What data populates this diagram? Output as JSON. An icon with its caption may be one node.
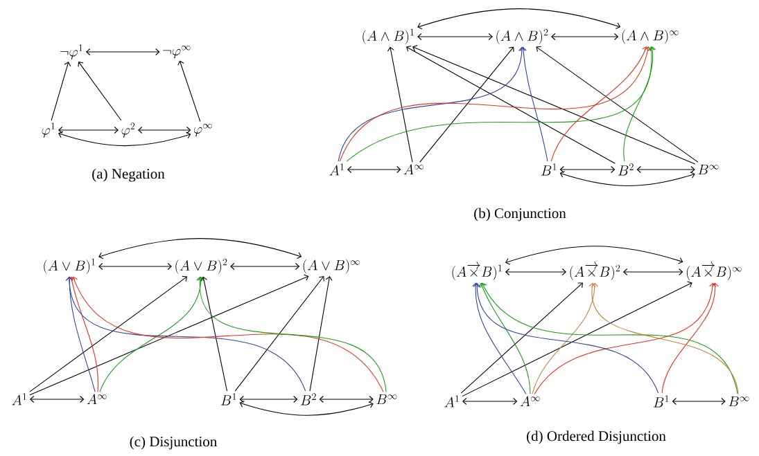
{
  "diagram": {
    "nodes": [
      {
        "text": [
          "\\neg\\varphi^{1}"
        ]
      },
      {
        "text": [
          "\\neg\\varphi^{\\infty}"
        ]
      },
      {
        "text": [
          "\\varphi^{1}"
        ]
      },
      {
        "text": [
          "\\varphi^{2}"
        ]
      },
      {
        "text": [
          "\\varphi^{\\infty}"
        ]
      },
      {
        "text": [
          "(A\\wedge B)^{1}"
        ]
      },
      {
        "text": [
          "(A\\wedge B)^{2}"
        ]
      },
      {
        "text": [
          "(A\\wedge B)^{\\infty}"
        ]
      },
      {
        "text": [
          "A^{1}"
        ]
      },
      {
        "text": [
          "A^{\\infty}"
        ]
      },
      {
        "text": [
          "B^{1}"
        ]
      },
      {
        "text": [
          "B^{2}"
        ]
      },
      {
        "text": [
          "B^{\\infty}"
        ]
      },
      {
        "text": [
          "(A\\vee B)^{1}"
        ]
      },
      {
        "text": [
          "(A\\vee B)^{2}"
        ]
      },
      {
        "text": [
          "(A\\vee B)^{\\infty}"
        ]
      },
      {
        "text": [
          "A^{1}"
        ]
      },
      {
        "text": [
          "A^{\\infty}"
        ]
      },
      {
        "text": [
          "B^{1}"
        ]
      },
      {
        "text": [
          "B^{2}"
        ]
      },
      {
        "text": [
          "B^{\\infty}"
        ]
      },
      {
        "text": [
          "(A\\overrightarrow{\\times}B)^{1}"
        ]
      },
      {
        "text": [
          "(A\\overrightarrow{\\times}B)^{2}"
        ]
      },
      {
        "text": [
          "(A\\overrightarrow{\\times}B)^{\\infty}"
        ]
      },
      {
        "text": [
          "A^{1}"
        ]
      },
      {
        "text": [
          "A^{\\infty}"
        ]
      },
      {
        "text": [
          "B^{1}"
        ]
      },
      {
        "text": [
          "B^{\\infty}"
        ]
      }
    ],
    "edges": [
      {
        "from": 0,
        "to": 1,
        "arrow": "both"
      },
      {
        "from": 2,
        "to": 0,
        "arrow": "to"
      },
      {
        "from": 3,
        "to": 0,
        "arrow": "to"
      },
      {
        "from": 4,
        "to": 1,
        "arrow": "to"
      },
      {
        "from": 2,
        "to": 3,
        "arrow": "both"
      },
      {
        "from": 3,
        "to": 4,
        "arrow": "both"
      },
      {
        "from": 2,
        "to": 4,
        "arrow": "both"
      },
      {
        "from": 5,
        "to": 6,
        "arrow": "both"
      },
      {
        "from": 6,
        "to": 7,
        "arrow": "both"
      },
      {
        "from": 5,
        "to": 7,
        "arrow": "both"
      },
      {
        "from": 9,
        "to": 5,
        "arrow": "to"
      },
      {
        "from": 9,
        "to": 6,
        "arrow": "to"
      },
      {
        "from": 11,
        "to": 5,
        "arrow": "to"
      },
      {
        "from": 12,
        "to": 5,
        "arrow": "to"
      },
      {
        "from": 12,
        "to": 6,
        "arrow": "to"
      },
      {
        "from": 8,
        "to": 6,
        "arrow": "to",
        "color": "#2e44a0"
      },
      {
        "from": 10,
        "to": 6,
        "arrow": "to",
        "color": "#2e44a0"
      },
      {
        "from": 8,
        "to": 7,
        "arrow": "to",
        "color": "#e8301c"
      },
      {
        "from": 10,
        "to": 7,
        "arrow": "to",
        "color": "#e8301c"
      },
      {
        "from": 8,
        "to": 7,
        "arrow": "to",
        "color": "#18a018"
      },
      {
        "from": 11,
        "to": 7,
        "arrow": "to",
        "color": "#18a018"
      },
      {
        "from": 8,
        "to": 9,
        "arrow": "both"
      },
      {
        "from": 10,
        "to": 11,
        "arrow": "both"
      },
      {
        "from": 11,
        "to": 12,
        "arrow": "both"
      },
      {
        "from": 10,
        "to": 12,
        "arrow": "both"
      },
      {
        "from": 13,
        "to": 14,
        "arrow": "both"
      },
      {
        "from": 14,
        "to": 15,
        "arrow": "both"
      },
      {
        "from": 13,
        "to": 15,
        "arrow": "both"
      },
      {
        "from": 16,
        "to": 14,
        "arrow": "to"
      },
      {
        "from": 16,
        "to": 15,
        "arrow": "to"
      },
      {
        "from": 17,
        "to": 13,
        "arrow": "to",
        "color": "#2e44a0"
      },
      {
        "from": 17,
        "to": 13,
        "arrow": "to",
        "color": "#e8301c"
      },
      {
        "from": 17,
        "to": 14,
        "arrow": "to",
        "color": "#18a018"
      },
      {
        "from": 18,
        "to": 14,
        "arrow": "to"
      },
      {
        "from": 18,
        "to": 15,
        "arrow": "to"
      },
      {
        "from": 19,
        "to": 13,
        "arrow": "to",
        "color": "#2e44a0"
      },
      {
        "from": 19,
        "to": 15,
        "arrow": "to"
      },
      {
        "from": 20,
        "to": 13,
        "arrow": "to",
        "color": "#e8301c"
      },
      {
        "from": 20,
        "to": 14,
        "arrow": "to",
        "color": "#18a018"
      },
      {
        "from": 16,
        "to": 17,
        "arrow": "both"
      },
      {
        "from": 18,
        "to": 19,
        "arrow": "both"
      },
      {
        "from": 19,
        "to": 20,
        "arrow": "both"
      },
      {
        "from": 18,
        "to": 20,
        "arrow": "both"
      },
      {
        "from": 21,
        "to": 22,
        "arrow": "both"
      },
      {
        "from": 22,
        "to": 23,
        "arrow": "both"
      },
      {
        "from": 21,
        "to": 23,
        "arrow": "both"
      },
      {
        "from": 24,
        "to": 22,
        "arrow": "to"
      },
      {
        "from": 24,
        "to": 23,
        "arrow": "to"
      },
      {
        "from": 25,
        "to": 21,
        "arrow": "to",
        "color": "#2e44a0"
      },
      {
        "from": 25,
        "to": 21,
        "arrow": "to",
        "color": "#18a018"
      },
      {
        "from": 25,
        "to": 22,
        "arrow": "to",
        "color": "#c4843c"
      },
      {
        "from": 25,
        "to": 23,
        "arrow": "to",
        "color": "#e8301c"
      },
      {
        "from": 26,
        "to": 21,
        "arrow": "to",
        "color": "#2e44a0"
      },
      {
        "from": 26,
        "to": 23,
        "arrow": "to",
        "color": "#e8301c"
      },
      {
        "from": 27,
        "to": 21,
        "arrow": "to",
        "color": "#18a018"
      },
      {
        "from": 27,
        "to": 22,
        "arrow": "to",
        "color": "#c4843c"
      },
      {
        "from": 24,
        "to": 25,
        "arrow": "both"
      },
      {
        "from": 26,
        "to": 27,
        "arrow": "both"
      }
    ],
    "labels": [
      "(a) Negation",
      "(b) Conjunction",
      "(c) Disjunction",
      "(d) Ordered Disjunction"
    ]
  }
}
